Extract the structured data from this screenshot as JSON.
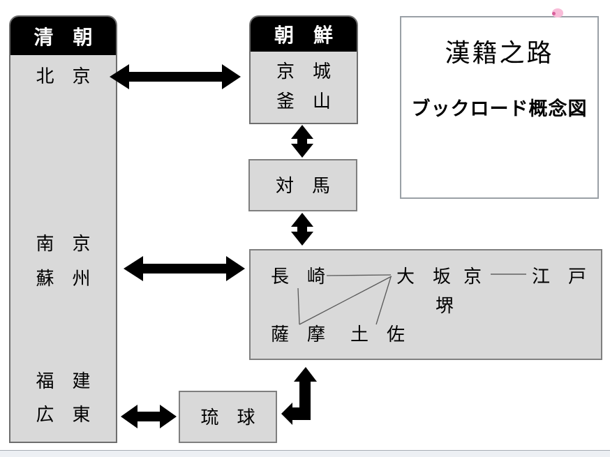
{
  "diagram": {
    "title_box": {
      "title": "漢籍之路",
      "subtitle": "ブックロード概念図"
    },
    "qing": {
      "header": "清　朝",
      "cities": {
        "beijing": "北　京",
        "nanjing": "南　京",
        "suzhou": "蘇　州",
        "fujian": "福　建",
        "guangdong": "広　東"
      }
    },
    "korea": {
      "header": "朝　鮮",
      "cities": {
        "keijo": "京　城",
        "busan": "釜　山"
      }
    },
    "tsushima": {
      "label": "対　馬"
    },
    "japan": {
      "nagasaki": "長　崎",
      "osaka": "大　坂",
      "kyoto": "京",
      "edo": "江　戸",
      "sakai": "堺",
      "satsuma": "薩　摩",
      "tosa": "土　佐"
    },
    "ryukyu": {
      "label": "琉　球"
    },
    "colors": {
      "box_fill": "#d9d9d9",
      "box_border": "#7f7f7f",
      "header_fill": "#000000",
      "header_text": "#ffffff",
      "arrow": "#000000",
      "accent_pink": "#f8bcd8",
      "accent_pink_dark": "#d95f9b"
    }
  }
}
